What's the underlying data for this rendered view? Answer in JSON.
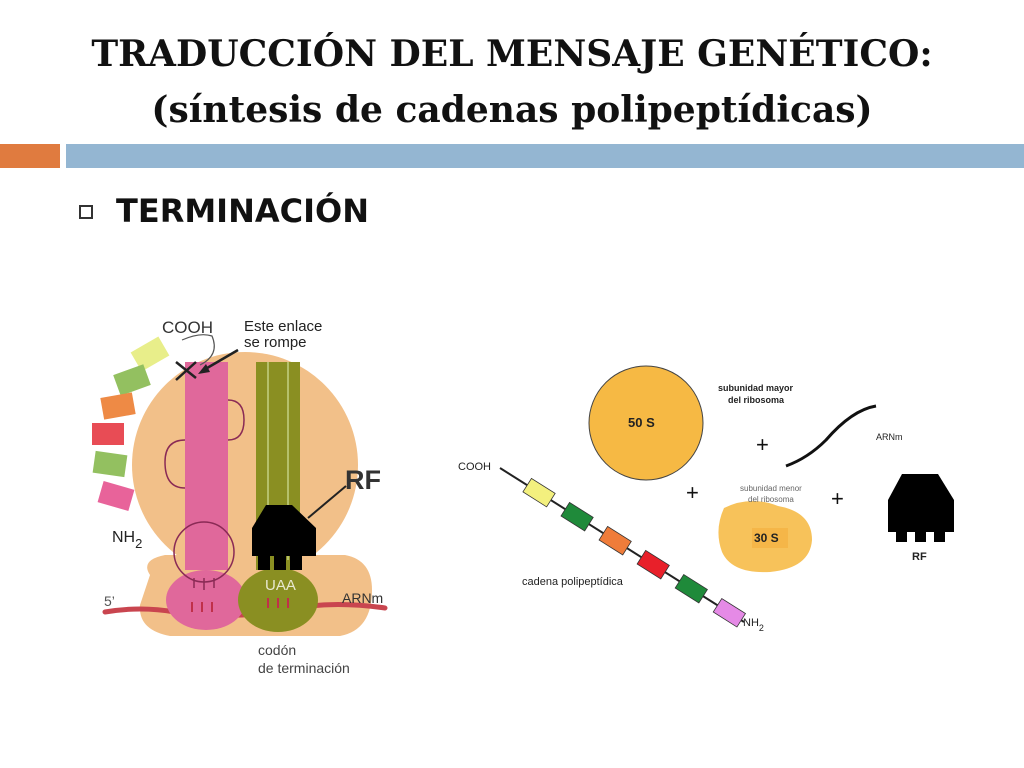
{
  "title": {
    "line1": "TRADUCCIÓN DEL MENSAJE GENÉTICO:",
    "line2": "(síntesis de cadenas polipeptídicas)"
  },
  "section": {
    "label": "TERMINACIÓN"
  },
  "colors": {
    "accent_orange": "#e07b3f",
    "accent_blue": "#94b6d2",
    "ribosome": "#f2c089",
    "trna": "#e0689b",
    "rf": "#000000",
    "mrna": "#c9454f",
    "subunit_50s": "#f6b944",
    "subunit_30s": "#f7c25a"
  },
  "left_diagram": {
    "cooh": "COOH",
    "annotation_line1": "Este enlace",
    "annotation_line2": "se rompe",
    "rf": "RF",
    "nh2": "NH",
    "nh2_sub": "2",
    "codon": "UAA",
    "five_prime": "5’",
    "mrna": "ARNm",
    "stop_line1": "codón",
    "stop_line2": "de terminación",
    "chain_colors": [
      "#e8ee8a",
      "#93c060",
      "#ee8a45",
      "#e84c55",
      "#93c060",
      "#e8639a"
    ]
  },
  "right_diagram": {
    "large_subunit": "50 S",
    "large_label_line1": "subunidad mayor",
    "large_label_line2": "del ribosoma",
    "small_subunit": "30 S",
    "small_label_line1": "subunidad menor",
    "small_label_line2": "del ribosoma",
    "mrna": "ARNm",
    "rf": "RF",
    "cooh": "COOH",
    "nh2": "NH",
    "nh2_sub": "2",
    "chain_label": "cadena polipeptídica",
    "plus": "+",
    "chain_colors": [
      "#f3f07e",
      "#1f8a3a",
      "#ef7c3a",
      "#e8202a",
      "#1f8a3a",
      "#e58ae6"
    ]
  }
}
